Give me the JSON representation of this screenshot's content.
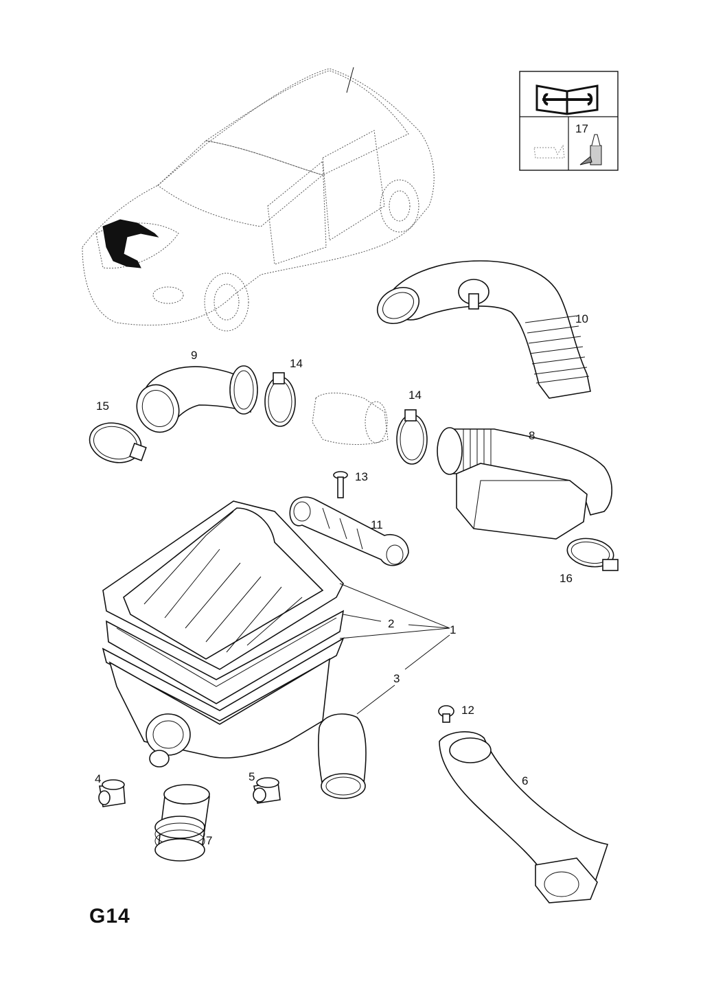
{
  "page_code": "G14",
  "legend": {
    "kit_part_number": "17"
  },
  "callouts": [
    {
      "id": "c1",
      "text": "1"
    },
    {
      "id": "c2",
      "text": "2"
    },
    {
      "id": "c3",
      "text": "3"
    },
    {
      "id": "c4",
      "text": "4"
    },
    {
      "id": "c5",
      "text": "5"
    },
    {
      "id": "c6",
      "text": "6"
    },
    {
      "id": "c7",
      "text": "7"
    },
    {
      "id": "c8",
      "text": "8"
    },
    {
      "id": "c9",
      "text": "9"
    },
    {
      "id": "c10",
      "text": "10"
    },
    {
      "id": "c11",
      "text": "11"
    },
    {
      "id": "c12",
      "text": "12"
    },
    {
      "id": "c13",
      "text": "13"
    },
    {
      "id": "c14a",
      "text": "14"
    },
    {
      "id": "c14b",
      "text": "14"
    },
    {
      "id": "c15",
      "text": "15"
    },
    {
      "id": "c16",
      "text": "16"
    }
  ],
  "icons": [
    "car-outline-icon",
    "repair-manual-icon",
    "oil-can-icon",
    "sealant-tube-icon"
  ]
}
